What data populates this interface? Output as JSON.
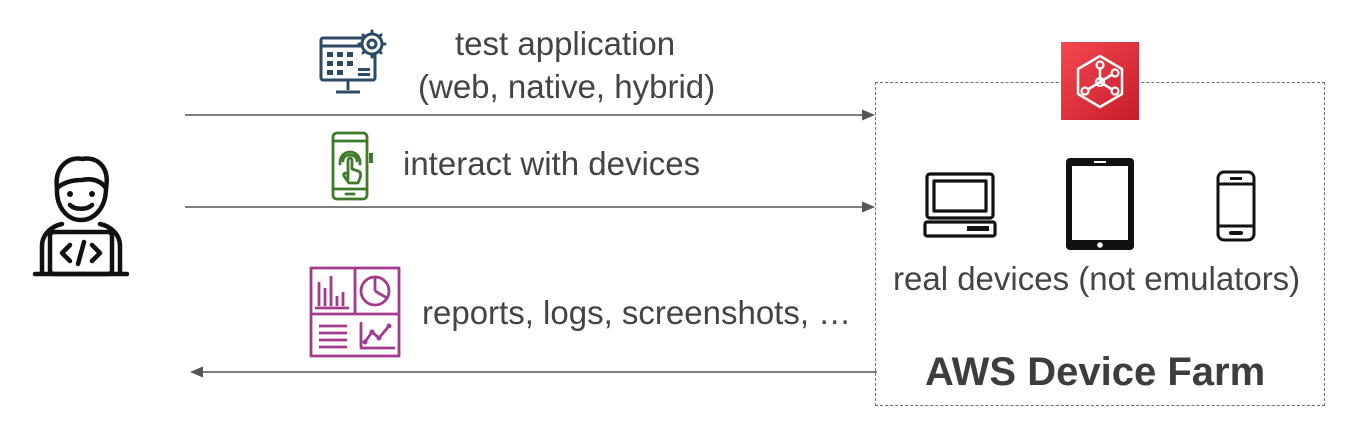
{
  "flows": {
    "test_application": {
      "line1": "test application",
      "line2": "(web, native, hybrid)"
    },
    "interact": {
      "label": "interact with devices"
    },
    "reports": {
      "label": "reports, logs, screenshots, …"
    }
  },
  "device_farm": {
    "devices_caption": "real devices (not emulators)",
    "title": "AWS Device Farm"
  },
  "icons": {
    "developer": "developer-laptop-icon",
    "test_app": "application-settings-icon",
    "interact": "mobile-touch-icon",
    "reports": "reports-dashboard-icon",
    "service": "aws-device-farm-icon",
    "laptop": "laptop-icon",
    "tablet": "tablet-icon",
    "phone": "phone-icon"
  },
  "colors": {
    "test_app_icon": "#2c4a66",
    "interact_icon": "#3f7a2a",
    "reports_icon": "#a33a8d",
    "service_icon": "#dd2c36",
    "arrow": "#555555",
    "border": "#6f6f6f"
  }
}
